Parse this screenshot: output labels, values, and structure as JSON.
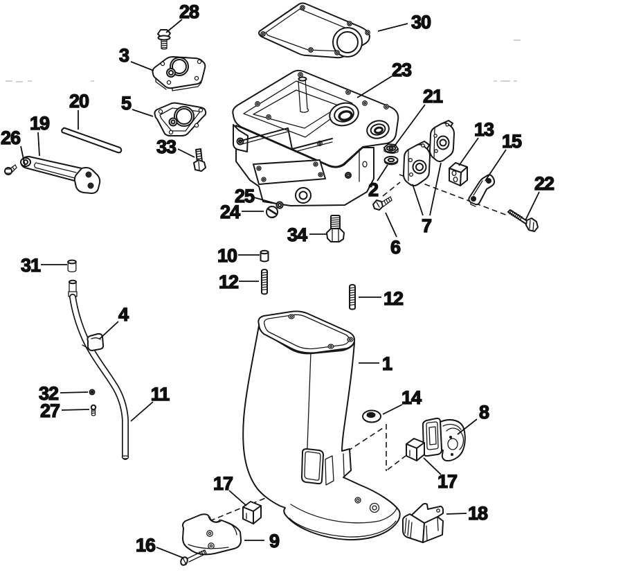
{
  "page": {
    "background": "#ffffff",
    "ink": "#161616",
    "artifact_color": "#c2c2c2",
    "description": "Exploded line-art parts diagram of an outboard motor exhaust / driveshaft housing assembly"
  },
  "diagram": {
    "type": "exploded-parts-diagram",
    "visible_part_numbers": [
      "1",
      "2",
      "3",
      "4",
      "5",
      "6",
      "7",
      "8",
      "9",
      "10",
      "11",
      "12",
      "13",
      "14",
      "15",
      "16",
      "17",
      "18",
      "19",
      "20",
      "21",
      "22",
      "23",
      "24",
      "25",
      "26",
      "27",
      "28",
      "30",
      "31",
      "32",
      "33",
      "34"
    ]
  },
  "callouts": [
    {
      "id": "c28",
      "num": "28",
      "label": [
        273,
        16
      ],
      "leaders": [
        [
          [
            263,
            28
          ],
          [
            240,
            47
          ]
        ]
      ]
    },
    {
      "id": "c3",
      "num": "3",
      "label": [
        179,
        79
      ],
      "leaders": [
        [
          [
            189,
            89
          ],
          [
            222,
            102
          ]
        ]
      ]
    },
    {
      "id": "c30",
      "num": "30",
      "label": [
        608,
        31
      ],
      "leaders": [
        [
          [
            589,
            34
          ],
          [
            546,
            45
          ]
        ]
      ]
    },
    {
      "id": "c23",
      "num": "23",
      "label": [
        580,
        100
      ],
      "leaders": [
        [
          [
            566,
            110
          ],
          [
            516,
            141
          ]
        ]
      ]
    },
    {
      "id": "c20",
      "num": "20",
      "label": [
        114,
        145
      ],
      "leaders": [
        [
          [
            113,
            159
          ],
          [
            113,
            187
          ]
        ]
      ]
    },
    {
      "id": "c5",
      "num": "5",
      "label": [
        182,
        148
      ],
      "leaders": [
        [
          [
            191,
            158
          ],
          [
            221,
            168
          ]
        ]
      ]
    },
    {
      "id": "c19",
      "num": "19",
      "label": [
        57,
        177
      ],
      "leaders": [
        [
          [
            55,
            191
          ],
          [
            57,
            225
          ]
        ]
      ]
    },
    {
      "id": "c26",
      "num": "26",
      "label": [
        15,
        198
      ],
      "leaders": [
        [
          [
            30,
            211
          ],
          [
            36,
            239
          ]
        ]
      ]
    },
    {
      "id": "c33",
      "num": "33",
      "label": [
        240,
        211
      ],
      "leaders": [
        [
          [
            257,
            215
          ],
          [
            281,
            227
          ]
        ]
      ]
    },
    {
      "id": "c21",
      "num": "21",
      "label": [
        625,
        138
      ],
      "leaders": [
        [
          [
            614,
            151
          ],
          [
            569,
            212
          ]
        ]
      ]
    },
    {
      "id": "c13",
      "num": "13",
      "label": [
        699,
        186
      ],
      "leaders": [
        [
          [
            691,
            199
          ],
          [
            663,
            239
          ]
        ]
      ]
    },
    {
      "id": "c15",
      "num": "15",
      "label": [
        739,
        203
      ],
      "leaders": [
        [
          [
            731,
            216
          ],
          [
            701,
            261
          ]
        ]
      ]
    },
    {
      "id": "c22",
      "num": "22",
      "label": [
        786,
        264
      ],
      "leaders": [
        [
          [
            779,
            277
          ],
          [
            759,
            318
          ]
        ]
      ]
    },
    {
      "id": "c2",
      "num": "2",
      "label": [
        539,
        273
      ],
      "leaders": [
        [
          [
            545,
            261
          ],
          [
            560,
            238
          ]
        ]
      ]
    },
    {
      "id": "c6",
      "num": "6",
      "label": [
        571,
        356
      ],
      "leaders": [
        [
          [
            573,
            342
          ],
          [
            557,
            307
          ]
        ]
      ]
    },
    {
      "id": "c7",
      "num": "7",
      "label": [
        616,
        325
      ],
      "leaders": [
        [
          [
            611,
            311
          ],
          [
            596,
            266
          ]
        ],
        [
          [
            621,
            311
          ],
          [
            637,
            235
          ]
        ]
      ]
    },
    {
      "id": "c25",
      "num": "25",
      "label": [
        353,
        282
      ],
      "leaders": [
        [
          [
            367,
            285
          ],
          [
            399,
            294
          ]
        ]
      ]
    },
    {
      "id": "c24",
      "num": "24",
      "label": [
        332,
        305
      ],
      "leaders": [
        [
          [
            349,
            305
          ],
          [
            381,
            305
          ]
        ]
      ]
    },
    {
      "id": "c34",
      "num": "34",
      "label": [
        429,
        338
      ],
      "leaders": [
        [
          [
            447,
            338
          ],
          [
            472,
            338
          ]
        ]
      ]
    },
    {
      "id": "c10",
      "num": "10",
      "label": [
        328,
        368
      ],
      "leaders": [
        [
          [
            344,
            368
          ],
          [
            375,
            368
          ]
        ]
      ]
    },
    {
      "id": "c12a",
      "num": "12",
      "label": [
        330,
        406
      ],
      "leaders": [
        [
          [
            345,
            406
          ],
          [
            374,
            406
          ]
        ]
      ]
    },
    {
      "id": "c12b",
      "num": "12",
      "label": [
        568,
        430
      ],
      "leaders": [
        [
          [
            551,
            429
          ],
          [
            518,
            429
          ]
        ]
      ]
    },
    {
      "id": "c31",
      "num": "31",
      "label": [
        44,
        382
      ],
      "leaders": [
        [
          [
            59,
            382
          ],
          [
            97,
            382
          ]
        ]
      ]
    },
    {
      "id": "c4",
      "num": "4",
      "label": [
        178,
        453
      ],
      "leaders": [
        [
          [
            171,
            464
          ],
          [
            144,
            489
          ]
        ]
      ]
    },
    {
      "id": "c32",
      "num": "32",
      "label": [
        70,
        567
      ],
      "leaders": [
        [
          [
            87,
            567
          ],
          [
            127,
            566
          ]
        ]
      ]
    },
    {
      "id": "c27",
      "num": "27",
      "label": [
        72,
        592
      ],
      "leaders": [
        [
          [
            89,
            592
          ],
          [
            129,
            591
          ]
        ]
      ]
    },
    {
      "id": "c11",
      "num": "11",
      "label": [
        231,
        568
      ],
      "leaders": [
        [
          [
            221,
            580
          ],
          [
            189,
            608
          ]
        ]
      ]
    },
    {
      "id": "c1",
      "num": "1",
      "label": [
        559,
        524
      ],
      "leaders": [
        [
          [
            548,
            524
          ],
          [
            518,
            524
          ]
        ]
      ]
    },
    {
      "id": "c14",
      "num": "14",
      "label": [
        594,
        573
      ],
      "leaders": [
        [
          [
            581,
            584
          ],
          [
            553,
            598
          ]
        ]
      ]
    },
    {
      "id": "c8",
      "num": "8",
      "label": [
        699,
        594
      ],
      "leaders": [
        [
          [
            689,
            605
          ],
          [
            661,
            627
          ]
        ]
      ]
    },
    {
      "id": "c17a",
      "num": "17",
      "label": [
        646,
        694
      ],
      "leaders": [
        [
          [
            637,
            685
          ],
          [
            612,
            661
          ]
        ]
      ]
    },
    {
      "id": "c18",
      "num": "18",
      "label": [
        690,
        740
      ],
      "leaders": [
        [
          [
            674,
            741
          ],
          [
            645,
            742
          ]
        ]
      ]
    },
    {
      "id": "c17b",
      "num": "17",
      "label": [
        322,
        697
      ],
      "leaders": [
        [
          [
            331,
            708
          ],
          [
            356,
            730
          ]
        ]
      ]
    },
    {
      "id": "c9",
      "num": "9",
      "label": [
        396,
        780
      ],
      "leaders": [
        [
          [
            382,
            780
          ],
          [
            353,
            780
          ]
        ]
      ]
    },
    {
      "id": "c16",
      "num": "16",
      "label": [
        210,
        786
      ],
      "leaders": [
        [
          [
            226,
            790
          ],
          [
            264,
            805
          ]
        ]
      ]
    }
  ]
}
